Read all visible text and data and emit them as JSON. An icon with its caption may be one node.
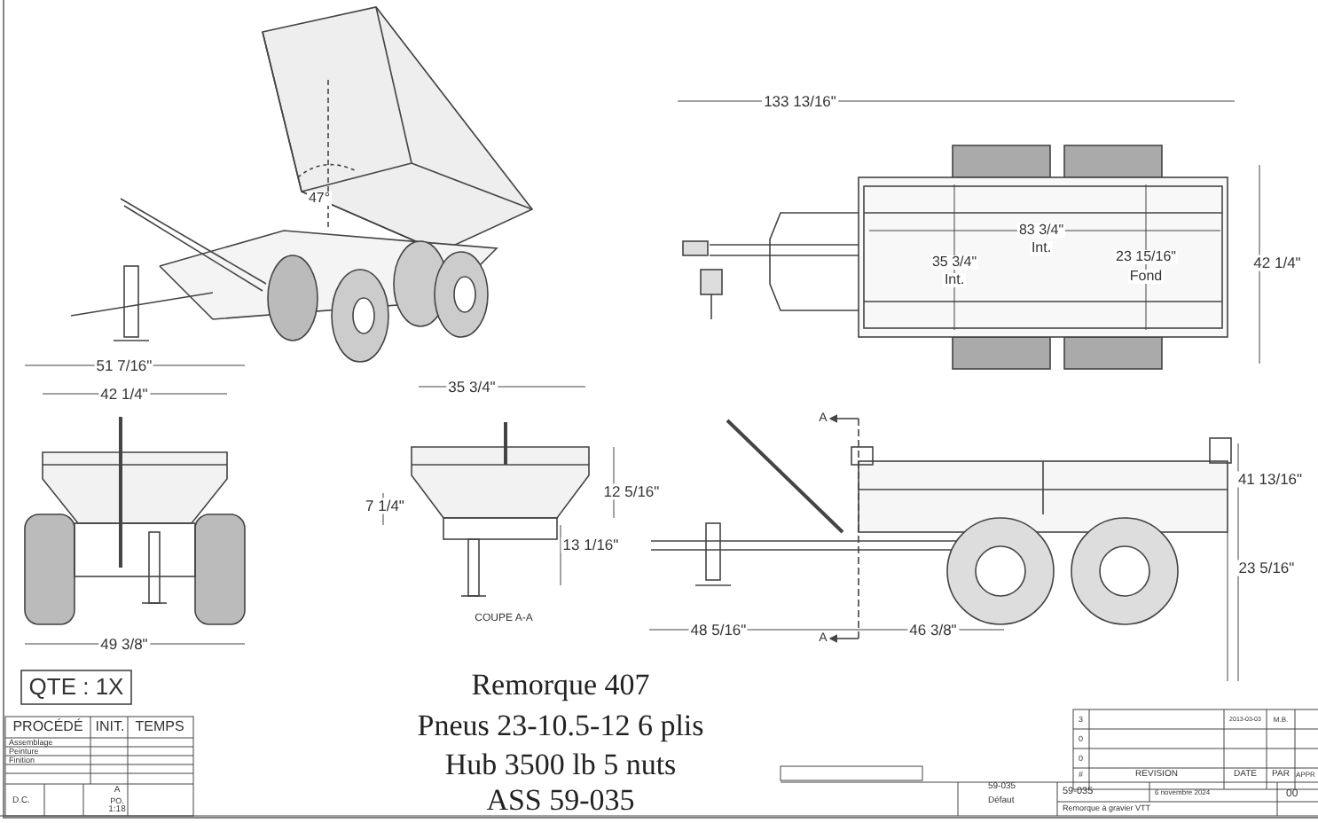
{
  "diagram": {
    "labels": [
      "47°",
      "133 13/16\"",
      "42 1/4\"",
      "83 3/4\"",
      "Int.",
      "35 3/4\"",
      "Int.",
      "23 15/16\"",
      "Fond",
      "51 7/16\"",
      "42 1/4\"",
      "35 3/4\"",
      "A",
      "12 5/16\"",
      "41 13/16\"",
      "7 1/4\"",
      "13 1/16\"",
      "23 5/16\"",
      "COUPE A-A",
      "48 5/16\"",
      "46 3/8\"",
      "A",
      "49 3/8\"",
      "QTE : 1X",
      "Remorque 407",
      "Pneus 23-10.5-12 6 plis",
      "Hub 3500 lb 5 nuts",
      "ASS 59-035",
      "PROCÉDÉ",
      "INIT.",
      "TEMPS",
      "Assemblage",
      "Peinture",
      "Finition",
      "D.C.",
      "A",
      "PO.",
      "1:18",
      "3",
      "2013-03-03",
      "M.B.",
      "0",
      "0",
      "#",
      "REVISION",
      "DATE",
      "PAR",
      "APPR",
      "59-035",
      "Défaut",
      "59-035",
      "Remorque à gravier VTT",
      "6 novembre 2024",
      "00"
    ]
  }
}
